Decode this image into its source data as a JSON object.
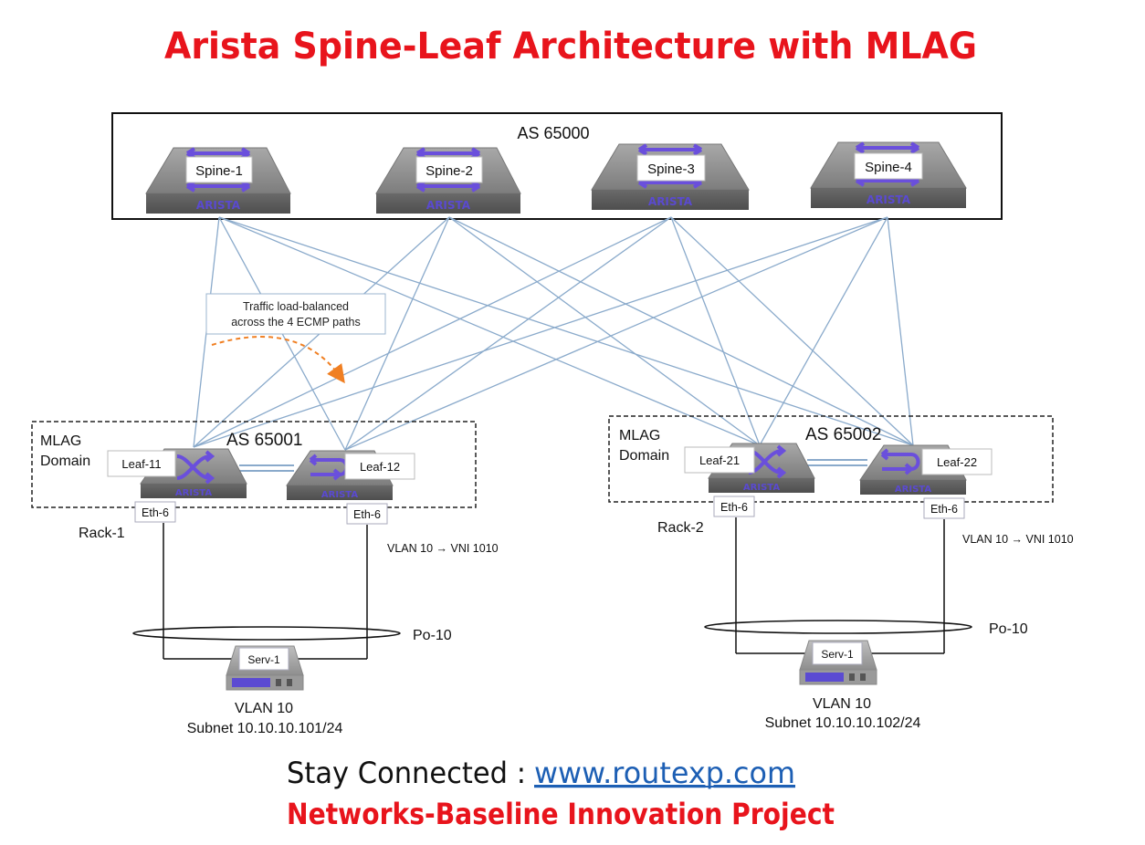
{
  "title": "Arista Spine-Leaf Architecture with MLAG",
  "spine_group": {
    "as_label": "AS 65000",
    "switches": [
      {
        "name": "Spine-1",
        "brand": "ARISTA"
      },
      {
        "name": "Spine-2",
        "brand": "ARISTA"
      },
      {
        "name": "Spine-3",
        "brand": "ARISTA"
      },
      {
        "name": "Spine-4",
        "brand": "ARISTA"
      }
    ]
  },
  "callout": {
    "line1": "Traffic load-balanced",
    "line2": "across the 4 ECMP paths"
  },
  "racks": [
    {
      "domain_line1": "MLAG",
      "domain_line2": "Domain",
      "as_label": "AS 65001",
      "leaf_a": "Leaf-11",
      "leaf_b": "Leaf-12",
      "brand": "ARISTA",
      "port_a": "Eth-6",
      "port_b": "Eth-6",
      "rack_label": "Rack-1",
      "vlan_map": "VLAN 10 → VNI 1010",
      "po_label": "Po-10",
      "server": "Serv-1",
      "vlan": "VLAN 10",
      "subnet": "Subnet 10.10.10.101/24"
    },
    {
      "domain_line1": "MLAG",
      "domain_line2": "Domain",
      "as_label": "AS 65002",
      "leaf_a": "Leaf-21",
      "leaf_b": "Leaf-22",
      "brand": "ARISTA",
      "port_a": "Eth-6",
      "port_b": "Eth-6",
      "rack_label": "Rack-2",
      "vlan_map": "VLAN 10 → VNI 1010",
      "po_label": "Po-10",
      "server": "Serv-1",
      "vlan": "VLAN 10",
      "subnet": "Subnet 10.10.10.102/24"
    }
  ],
  "footer": {
    "stay_label": "Stay Connected :",
    "link": "www.routexp.com",
    "project": "Networks-Baseline Innovation Project"
  },
  "colors": {
    "title_red": "#e8141c",
    "link_blue": "#1d5fb4",
    "uplink_blue": "#8aaacb",
    "switch_gray": "#8c8c8c",
    "arrow_purple": "#6a4fdc",
    "callout_orange": "#f07f22"
  }
}
